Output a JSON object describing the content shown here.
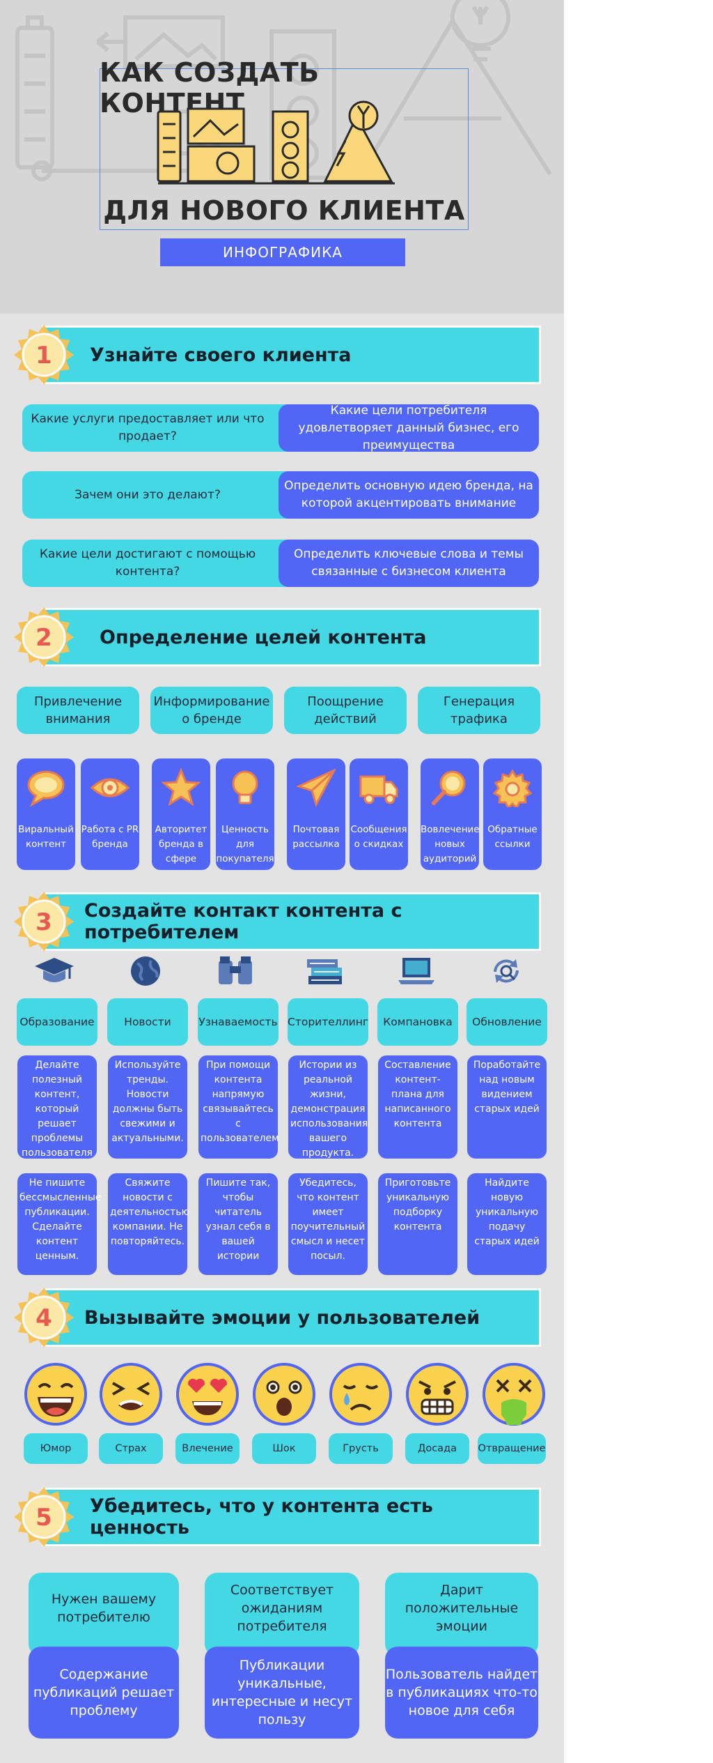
{
  "header": {
    "title_line1": "КАК СОЗДАТЬ КОНТЕНТ",
    "title_line2": "ДЛЯ НОВОГО КЛИЕНТА",
    "tag": "ИНФОГРАФИКА",
    "graphic_icon": "idea-graphic-icon"
  },
  "section1": {
    "number": "1",
    "title": "Узнайте своего клиента",
    "rows": [
      {
        "q": "Какие услуги предоставляет или что продает?",
        "a": "Какие цели потребителя удовлетворяет данный бизнес, его преимущества"
      },
      {
        "q": "Зачем они это делают?",
        "a": "Определить основную идею бренда, на которой акцентировать внимание"
      },
      {
        "q": "Какие цели достигают с помощью контента?",
        "a": "Определить ключевые слова и темы связанные с бизнесом клиента"
      }
    ]
  },
  "section2": {
    "number": "2",
    "title": "Определение целей контента",
    "goals": [
      "Привлечение внимания",
      "Информирование о бренде",
      "Поощрение действий",
      "Генерация трафика"
    ],
    "items": [
      {
        "label": "Виральный контент",
        "icon": "speech-bubble-icon"
      },
      {
        "label": "Работа с PR брендa",
        "icon": "eye-icon"
      },
      {
        "label": "Авторитет бренда в сфере",
        "icon": "star-icon"
      },
      {
        "label": "Ценность для покупателя",
        "icon": "lightbulb-icon"
      },
      {
        "label": "Почтовая рассылка",
        "icon": "paper-plane-icon"
      },
      {
        "label": "Сообщения о скидках",
        "icon": "truck-icon"
      },
      {
        "label": "Вовлечение новых аудиторий",
        "icon": "magnifier-icon"
      },
      {
        "label": "Обратные ссылки",
        "icon": "gear-icon"
      }
    ]
  },
  "section3": {
    "number": "3",
    "title": "Создайте контакт контента с потребителем",
    "columns": [
      {
        "name": "Образование",
        "icon": "graduation-cap-icon",
        "top": "Делайте полезный контент, который решает проблемы пользователя",
        "bottom": "Не пишите бессмысленные публикации. Сделайте контент ценным."
      },
      {
        "name": "Новости",
        "icon": "globe-icon",
        "top": "Используйте тренды. Новости должны быть свежими и актуальными.",
        "bottom": "Свяжите новости с деятельностью компании. Не повторяйтесь."
      },
      {
        "name": "Узнаваемость",
        "icon": "binoculars-icon",
        "top": "При помощи контента напрямую связывайтесь с пользователем",
        "bottom": "Пишите так, чтобы читатель узнал себя в вашей истории"
      },
      {
        "name": "Сторителлинг",
        "icon": "books-icon",
        "top": "Истории из реальной жизни, демонстрация использования вашего продукта.",
        "bottom": "Убедитесь, что контент имеет поучительный смысл и несет посыл."
      },
      {
        "name": "Компановка",
        "icon": "laptop-icon",
        "top": "Составление контент-плана для написанного контента",
        "bottom": "Приготовьте уникальную подборку контента"
      },
      {
        "name": "Обновление",
        "icon": "refresh-magnifier-icon",
        "top": "Поработайте над новым видением старых идей",
        "bottom": "Найдите новую уникальную подачу старых идей"
      }
    ]
  },
  "section4": {
    "number": "4",
    "title": "Вызывайте эмоции у пользователей",
    "emotions": [
      {
        "label": "Юмор",
        "icon": "laughing-face-icon"
      },
      {
        "label": "Страх",
        "icon": "scared-face-icon"
      },
      {
        "label": "Влечение",
        "icon": "heart-eyes-face-icon"
      },
      {
        "label": "Шок",
        "icon": "shocked-face-icon"
      },
      {
        "label": "Грусть",
        "icon": "crying-face-icon"
      },
      {
        "label": "Досада",
        "icon": "angry-face-icon"
      },
      {
        "label": "Отвращение",
        "icon": "nauseated-face-icon"
      }
    ]
  },
  "section5": {
    "number": "5",
    "title": "Убедитесь, что у контента есть ценность",
    "cards": [
      {
        "top": "Нужен вашему потребителю",
        "bottom": "Содержание публикаций решает проблему"
      },
      {
        "top": "Соответствует ожиданиям потребителя",
        "bottom": "Публикации уникальные, интересные и несут пользу"
      },
      {
        "top": "Дарит положительные эмоции",
        "bottom": "Пользователь найдет в публикациях что-то новое для себя"
      }
    ]
  },
  "colors": {
    "cyan": "#44d8e4",
    "blue": "#5266f5",
    "badge": "#f6c255",
    "badge_number": "#e85a4f"
  }
}
